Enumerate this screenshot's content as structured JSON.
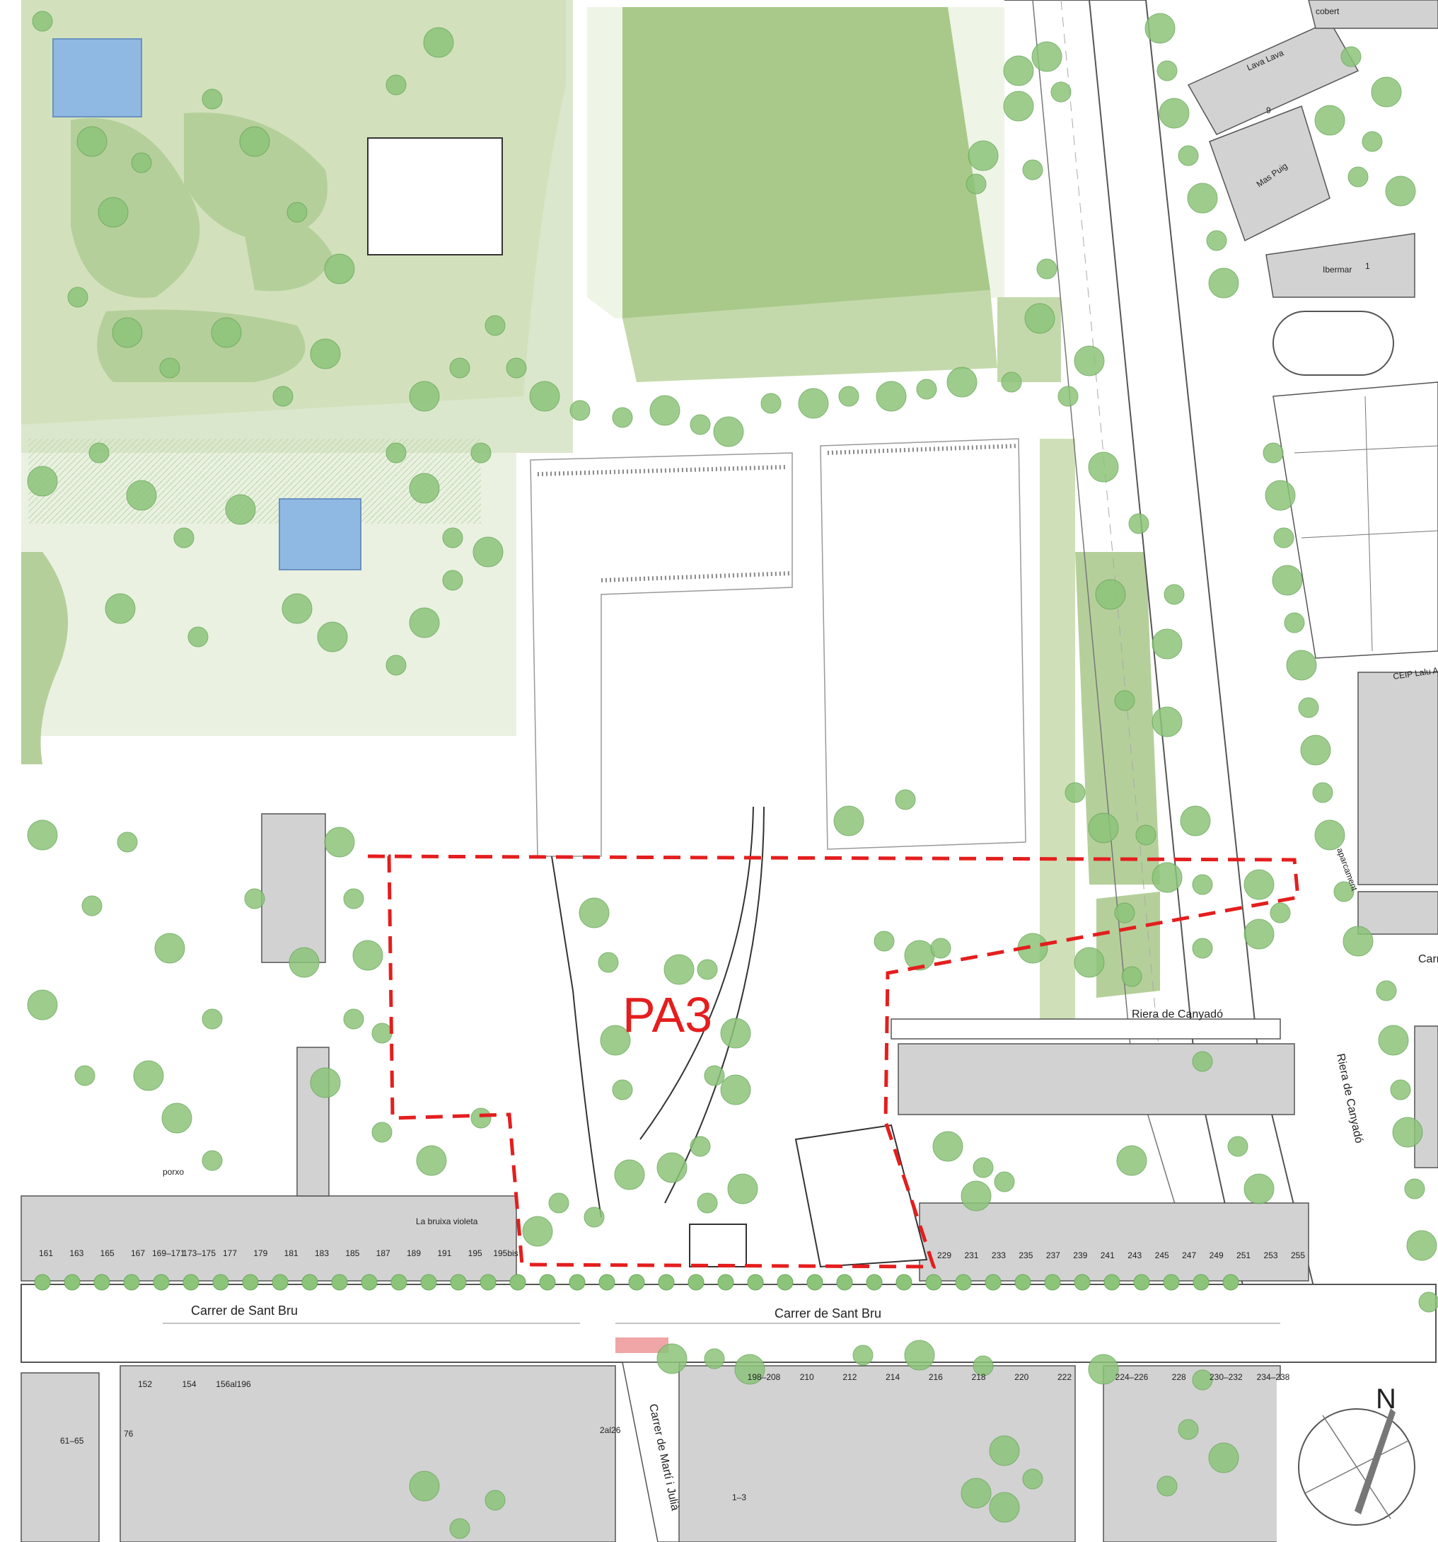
{
  "plan": {
    "area_label": "PA3",
    "boundary_color": "#e41e1e",
    "north_label": "N"
  },
  "streets": {
    "sant_bru_left": "Carrer de Sant Bru",
    "sant_bru_right": "Carrer de Sant Bru",
    "riera_horizontal": "Riera de Canyadó",
    "riera_vertical": "Riera de Canyadó",
    "marti_julia": "Carrer de Martí i Julià",
    "car_cut": "Carr"
  },
  "buildings": {
    "lava_lava": "Lava Lava",
    "mas_puig": "Mas Puig",
    "ibermar": "Ibermar",
    "ceip": "CEIP Lalu Anglada",
    "bruixa": "La bruixa violeta"
  },
  "labels": {
    "cobert": "cobert",
    "porxo": "porxo",
    "aparcament": "aparcament"
  },
  "house_numbers_north": [
    "161",
    "163",
    "165",
    "167",
    "169–171",
    "173–175",
    "177",
    "179",
    "181",
    "183",
    "185",
    "187",
    "189",
    "191",
    "195",
    "195bis"
  ],
  "house_numbers_east": [
    "229",
    "231",
    "233",
    "235",
    "237",
    "239",
    "241",
    "243",
    "245",
    "247",
    "249",
    "251",
    "253",
    "255"
  ],
  "house_numbers_south_left": [
    "152",
    "154",
    "156al196"
  ],
  "house_numbers_south_mid": [
    "198–208",
    "210",
    "212",
    "214",
    "216",
    "218",
    "220",
    "222"
  ],
  "house_numbers_south_right": [
    "224–226",
    "228",
    "230–232",
    "234–238"
  ],
  "misc_numbers": [
    "61–65",
    "76",
    "2al26",
    "1–3",
    "9",
    "1"
  ],
  "colors": {
    "grass": "#cfe0b8",
    "field": "#a9c98a",
    "tree": "#8cc47a",
    "tree_stroke": "#6aa85a",
    "water": "#8fb8e2",
    "building": "#d2d2d2",
    "boundary": "#e41e1e"
  }
}
